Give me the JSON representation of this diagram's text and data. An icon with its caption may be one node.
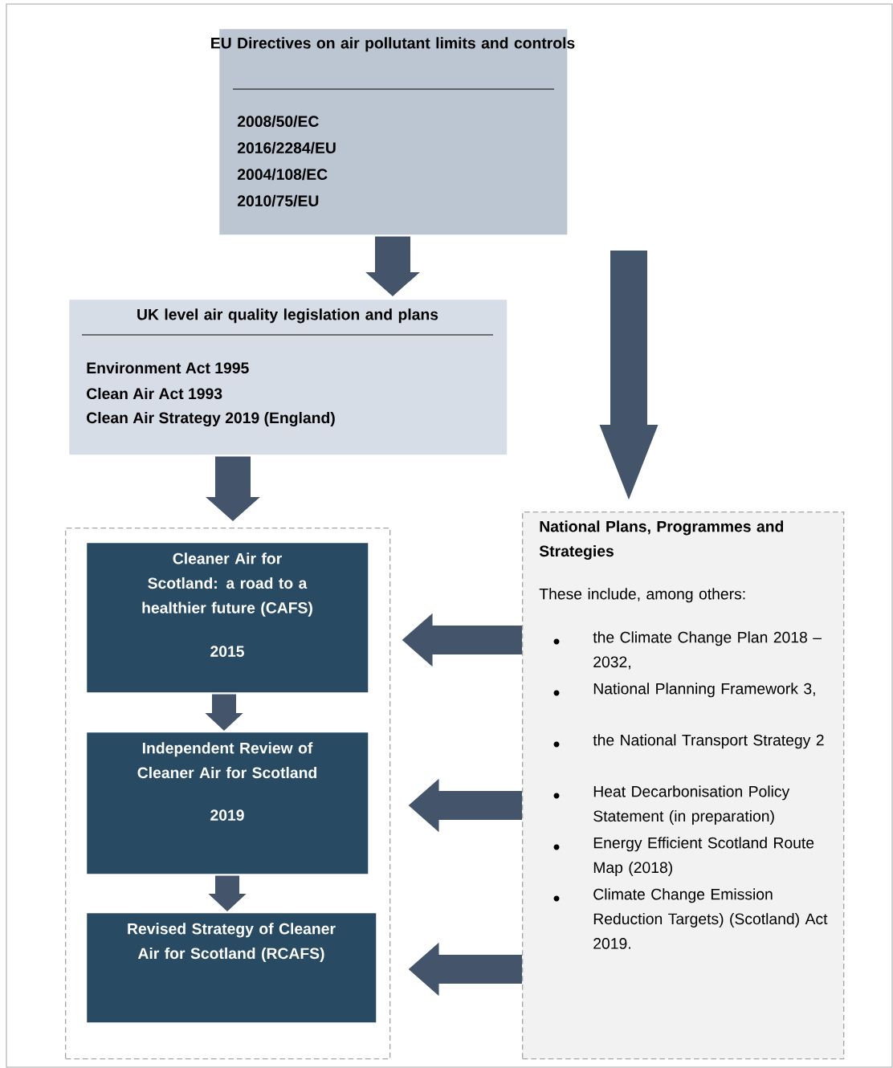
{
  "diagram": {
    "nodes": [
      {
        "text": [
          "EU Directives on air pollutant limits and controls",
          "2008/50/EC",
          "2016/2284/EU",
          "2004/108/EC",
          "2010/75/EU"
        ]
      },
      {
        "text": [
          "UK level air quality legislation and plans",
          "Environment Act 1995",
          "Clean Air Act 1993",
          "Clean Air Strategy 2019 (England)"
        ]
      },
      {
        "text": [],
        "shape": "box"
      },
      {
        "text": [
          "Cleaner Air for Scotland: a road to a healthier future (CAFS)",
          "2015"
        ],
        "in": 2
      },
      {
        "text": [
          "Independent Review of Cleaner Air for Scotland",
          "2019"
        ],
        "in": 2
      },
      {
        "text": [
          "Revised Strategy of Cleaner Air for Scotland (RCAFS)"
        ],
        "in": 2
      },
      {
        "text": [
          "National Plans, Programmes and Strategies",
          "These include, among others:",
          "the Climate Change Plan 2018 – 2032,",
          "National Planning Framework 3,",
          "the National Transport Strategy 2",
          "Heat Decarbonisation Policy Statement (in preparation)",
          "Energy Efficient Scotland Route Map (2018)",
          "Climate Change Emission Reduction Targets) (Scotland) Act 2019."
        ]
      }
    ],
    "edges": [
      {
        "from": 0,
        "to": 1,
        "arrow": "to"
      },
      {
        "from": 1,
        "to": 2,
        "arrow": "to"
      },
      {
        "from": null,
        "to": 6,
        "arrow": "to"
      },
      {
        "from": 3,
        "to": 4,
        "arrow": "to"
      },
      {
        "from": 4,
        "to": 5,
        "arrow": "to"
      },
      {
        "from": 6,
        "to": 3,
        "arrow": "to"
      },
      {
        "from": 6,
        "to": 4,
        "arrow": "to"
      },
      {
        "from": 6,
        "to": 5,
        "arrow": "to"
      }
    ]
  }
}
